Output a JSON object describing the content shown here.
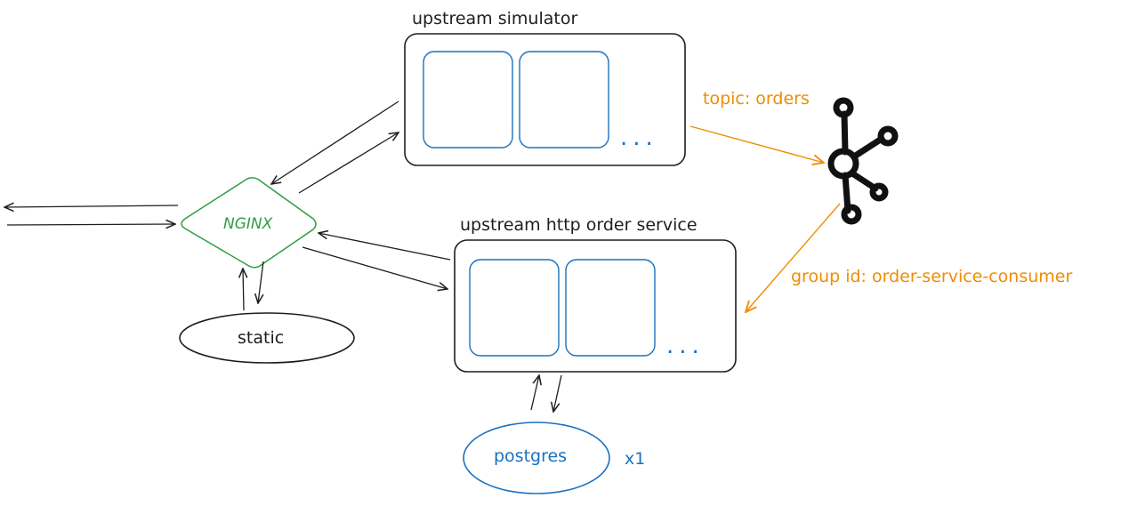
{
  "labels": {
    "simulator_title": "upstream simulator",
    "order_service_title": "upstream http order service",
    "nginx": "NGINX",
    "static": "static",
    "postgres": "postgres",
    "postgres_count": "x1",
    "topic": "topic: orders",
    "group_id": "group id: order-service-consumer",
    "more_simulator": "...",
    "more_order_service": "..."
  },
  "colors": {
    "stroke": "#1e1e1e",
    "nginx": "#2f9e44",
    "instances": "#1971c2",
    "kafka_flow": "#f08c00"
  },
  "icons": {
    "message_broker": "kafka-logo-icon"
  }
}
